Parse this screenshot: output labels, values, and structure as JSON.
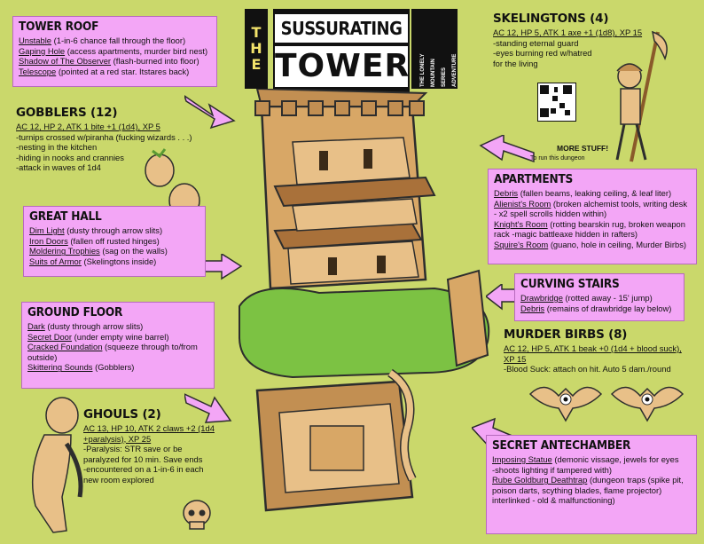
{
  "title": {
    "the_1": "T",
    "the_2": "H",
    "the_3": "E",
    "line1": "SUSSURATING",
    "line2": "TOWER",
    "series_1": "THE LONELY",
    "series_2": "MOUNTAIN",
    "series_3": "SERIES",
    "series_4": "ADVENTURE"
  },
  "tower_roof": {
    "title": "Tower Roof",
    "items": [
      {
        "name": "Unstable",
        "desc": "(1-in-6 chance fall through the floor)"
      },
      {
        "name": "Gaping Hole",
        "desc": "(access apartments, murder bird nest)"
      },
      {
        "name": "Shadow of The Observer",
        "desc": "(flash-burned into floor)"
      },
      {
        "name": "Telescope",
        "desc": "(pointed at a red star. Itstares back)"
      }
    ]
  },
  "gobblers": {
    "title": "Gobblers (12)",
    "stats": "AC 12, HP 2, ATK 1 bite +1 (1d4), XP 5",
    "lines": [
      "-turnips crossed w/piranha (fucking wizards . . .)",
      "-nesting in the kitchen",
      "-hiding in nooks and crannies",
      "-attack in waves of 1d4"
    ]
  },
  "great_hall": {
    "title": "Great Hall",
    "items": [
      {
        "name": "Dim Light",
        "desc": "(dusty through arrow slits)"
      },
      {
        "name": "Iron Doors",
        "desc": "(fallen off rusted hinges)"
      },
      {
        "name": "Moldering Trophies",
        "desc": "(sag on the walls)"
      },
      {
        "name": "Suits of Armor",
        "desc": "(Skelingtons inside)"
      }
    ]
  },
  "ground_floor": {
    "title": "Ground Floor",
    "items": [
      {
        "name": "Dark",
        "desc": "(dusty through arrow slits)"
      },
      {
        "name": "Secret Door",
        "desc": "(under empty wine barrel)"
      },
      {
        "name": "Cracked Foundation",
        "desc": "(squeeze through to/from",
        "desc2": "outside)"
      },
      {
        "name": "Skittering Sounds",
        "desc": "(Gobblers)"
      }
    ]
  },
  "ghouls": {
    "title": "Ghouls (2)",
    "stats_1": "AC 13, HP 10, ATK 2 claws +2 (1d4",
    "stats_2": "+paralysis), XP 25",
    "lines": [
      "-Paralysis: STR save or be",
      " paralyzed for 10 min. Save ends",
      "-encountered on a 1-in-6 in each",
      " new room explored"
    ]
  },
  "skelingtons": {
    "title": "Skelingtons (4)",
    "stats": "AC 12, HP 5, ATK 1 axe +1 (1d8), XP 15",
    "lines": [
      "-standing eternal guard",
      "-eyes burning red w/hatred",
      "  for the living"
    ]
  },
  "qr": {
    "more_label": "MORE STUFF!",
    "more_sub": "To run this dungeon"
  },
  "apartments": {
    "title": "Apartments",
    "items": [
      {
        "name": "Debris",
        "desc": "(fallen beams, leaking ceiling, & leaf liter)"
      },
      {
        "name": "Alienist's Room",
        "desc": "(broken alchemist tools, writing desk",
        "desc2": "- x2 spell scrolls hidden within)"
      },
      {
        "name": "Knight's Room",
        "desc": "(rotting bearskin rug, broken weapon",
        "desc2": "rack -magic battleaxe hidden in rafters)"
      },
      {
        "name": "Squire's Room",
        "desc": "(guano, hole in ceiling, Murder Birbs)"
      }
    ]
  },
  "curving_stairs": {
    "title": "Curving Stairs",
    "items": [
      {
        "name": "Drawbridge",
        "desc": "(rotted away - 15' jump)"
      },
      {
        "name": "Debris",
        "desc": "(remains of drawbridge lay below)"
      }
    ]
  },
  "murder_birbs": {
    "title": "Murder Birbs (8)",
    "stats_1": "AC 12, HP 5, ATK 1 beak +0 (1d4 + blood suck),",
    "stats_2": "XP 15",
    "lines": [
      "-Blood Suck: attach on hit. Auto 5 dam./round"
    ]
  },
  "secret_antechamber": {
    "title": "Secret Antechamber",
    "items": [
      {
        "name": "Imposing Statue",
        "desc": "(demonic vissage, jewels for eyes",
        "desc2": "-shoots lighting if tampered with)"
      },
      {
        "name": "Rube Goldburg Deathtrap",
        "desc": "(dungeon traps (spike pit,",
        "desc2": " poison darts, scything blades, flame projector)",
        "desc3": "interlinked - old & malfunctioning)"
      }
    ]
  },
  "colors": {
    "background": "#cad86b",
    "panel": "#f3a6f6",
    "title_black": "#111111"
  }
}
